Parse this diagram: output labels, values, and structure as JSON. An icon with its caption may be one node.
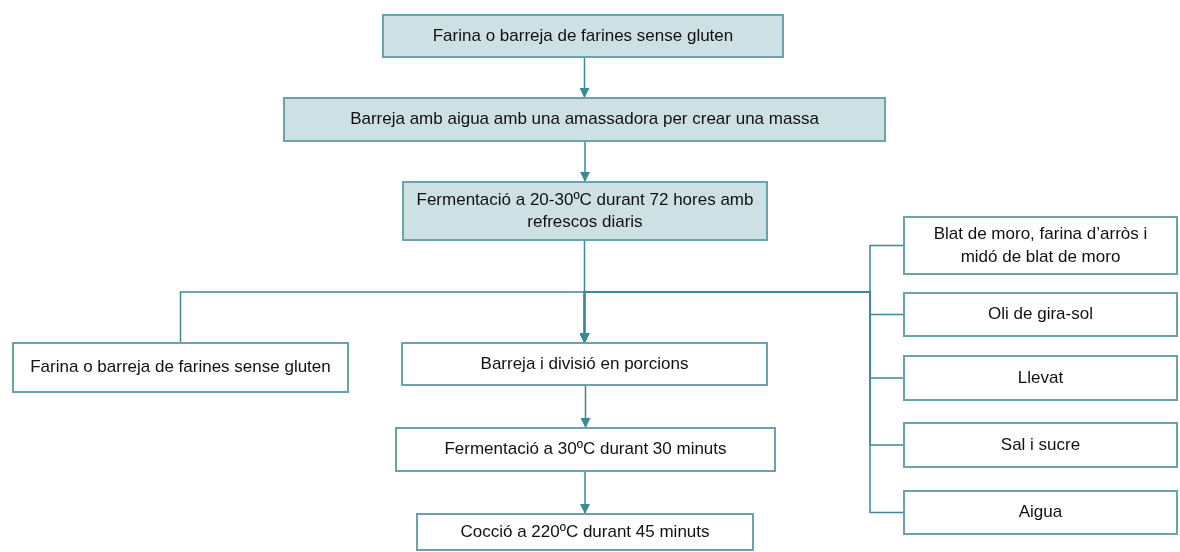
{
  "diagram": {
    "nodes": [
      {
        "text": [
          "Farina o barreja de farines sense gluten"
        ]
      },
      {
        "text": [
          "Barreja amb aigua amb una amassadora per crear una massa"
        ]
      },
      {
        "text": [
          "Fermentació a 20-30ºC durant 72 hores amb refrescos diaris"
        ]
      },
      {
        "text": [
          "Farina o barreja de farines sense gluten"
        ]
      },
      {
        "text": [
          "Barreja i divisió en porcions"
        ]
      },
      {
        "text": [
          "Fermentació a 30ºC durant 30 minuts"
        ]
      },
      {
        "text": [
          "Cocció a 220ºC durant 45 minuts"
        ]
      },
      {
        "text": [
          "Blat de moro, farina d’arròs i midó de blat de moro"
        ]
      },
      {
        "text": [
          "Oli de gira-sol"
        ]
      },
      {
        "text": [
          "Llevat"
        ]
      },
      {
        "text": [
          "Sal i sucre"
        ]
      },
      {
        "text": [
          "Aigua"
        ]
      }
    ],
    "edges": [
      {
        "from": 0,
        "to": 1,
        "arrow": "to"
      },
      {
        "from": 1,
        "to": 2,
        "arrow": "to"
      },
      {
        "from": 2,
        "to": 4,
        "arrow": "to"
      },
      {
        "from": 3,
        "to": 4,
        "arrow": "to"
      },
      {
        "from": 7,
        "to": 4,
        "arrow": "to"
      },
      {
        "from": 8,
        "to": 4,
        "arrow": "to"
      },
      {
        "from": 9,
        "to": 4,
        "arrow": "to"
      },
      {
        "from": 10,
        "to": 4,
        "arrow": "to"
      },
      {
        "from": 11,
        "to": 4,
        "arrow": "to"
      },
      {
        "from": 4,
        "to": 5,
        "arrow": "to"
      },
      {
        "from": 5,
        "to": 6,
        "arrow": "to"
      }
    ]
  }
}
